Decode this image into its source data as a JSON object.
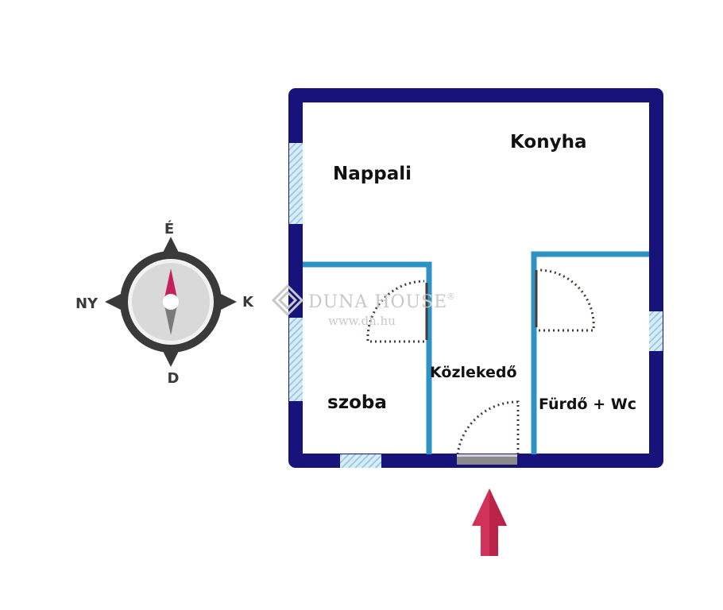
{
  "rooms": {
    "nappali": "Nappali",
    "konyha": "Konyha",
    "szoba": "szoba",
    "kozlekedo": "Közlekedő",
    "furdo": "Fürdő + Wc"
  },
  "compass": {
    "north": "É",
    "east": "K",
    "south": "D",
    "west": "NY"
  },
  "watermark": {
    "brand": "DUNA HOUSE",
    "registered": "®",
    "url": "www.dh.hu"
  },
  "colors": {
    "outer_wall": "#17137a",
    "inner_wall": "#2c93c4",
    "window_hatch": "#9fcfe6",
    "door_swing": "#4a3a35",
    "entrance_arrow": "#d2315a",
    "compass_needle_north": "#c4205a",
    "compass_ring": "#3a3a3a"
  }
}
